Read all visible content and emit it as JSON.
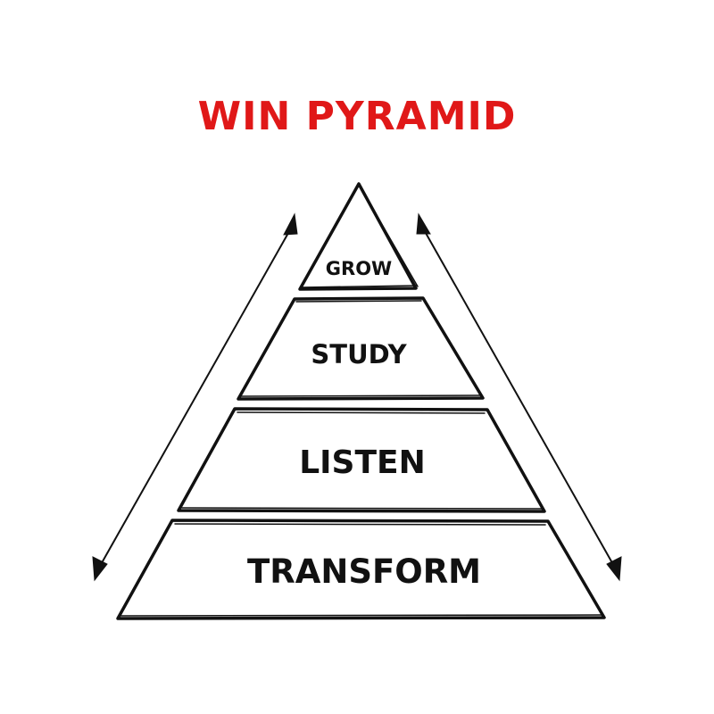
{
  "title": "WIN PYRAMID",
  "tiers": [
    "GROW",
    "STUDY",
    "LISTEN",
    "TRANSFORM"
  ],
  "colors": {
    "title": "#e01818",
    "ink": "#111111",
    "background": "#ffffff"
  },
  "icons": {
    "left_arrow": "double-arrow-icon",
    "right_arrow": "double-arrow-icon"
  }
}
